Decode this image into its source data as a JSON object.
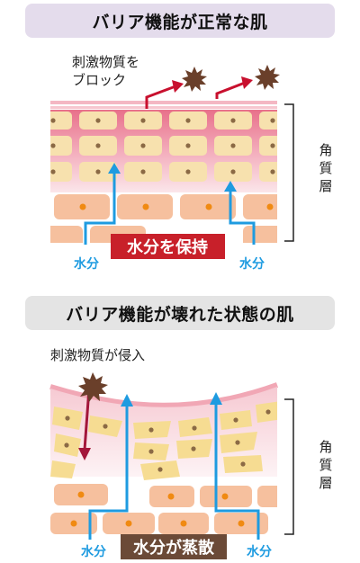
{
  "top_panel": {
    "title": "バリア機能が正常な肌",
    "irritant_label_line1": "刺激物質を",
    "irritant_label_line2": "ブロック",
    "layer_label": [
      "角",
      "質",
      "層"
    ],
    "water_left": "水分",
    "water_right": "水分",
    "retain_label": "水分を保持"
  },
  "bottom_panel": {
    "title": "バリア機能が壊れた状態の肌",
    "irritant_label": "刺激物質が侵入",
    "layer_label": [
      "角",
      "質",
      "層"
    ],
    "water_left": "水分",
    "water_right": "水分",
    "evaporate_label": "水分が蒸散"
  },
  "colors": {
    "blue_arrow": "#1e9be0",
    "red_arrow": "#c8102e",
    "retain_box": "#c8202a",
    "evaporate_box": "#6b4a37",
    "irritant": "#6a3f2a"
  }
}
